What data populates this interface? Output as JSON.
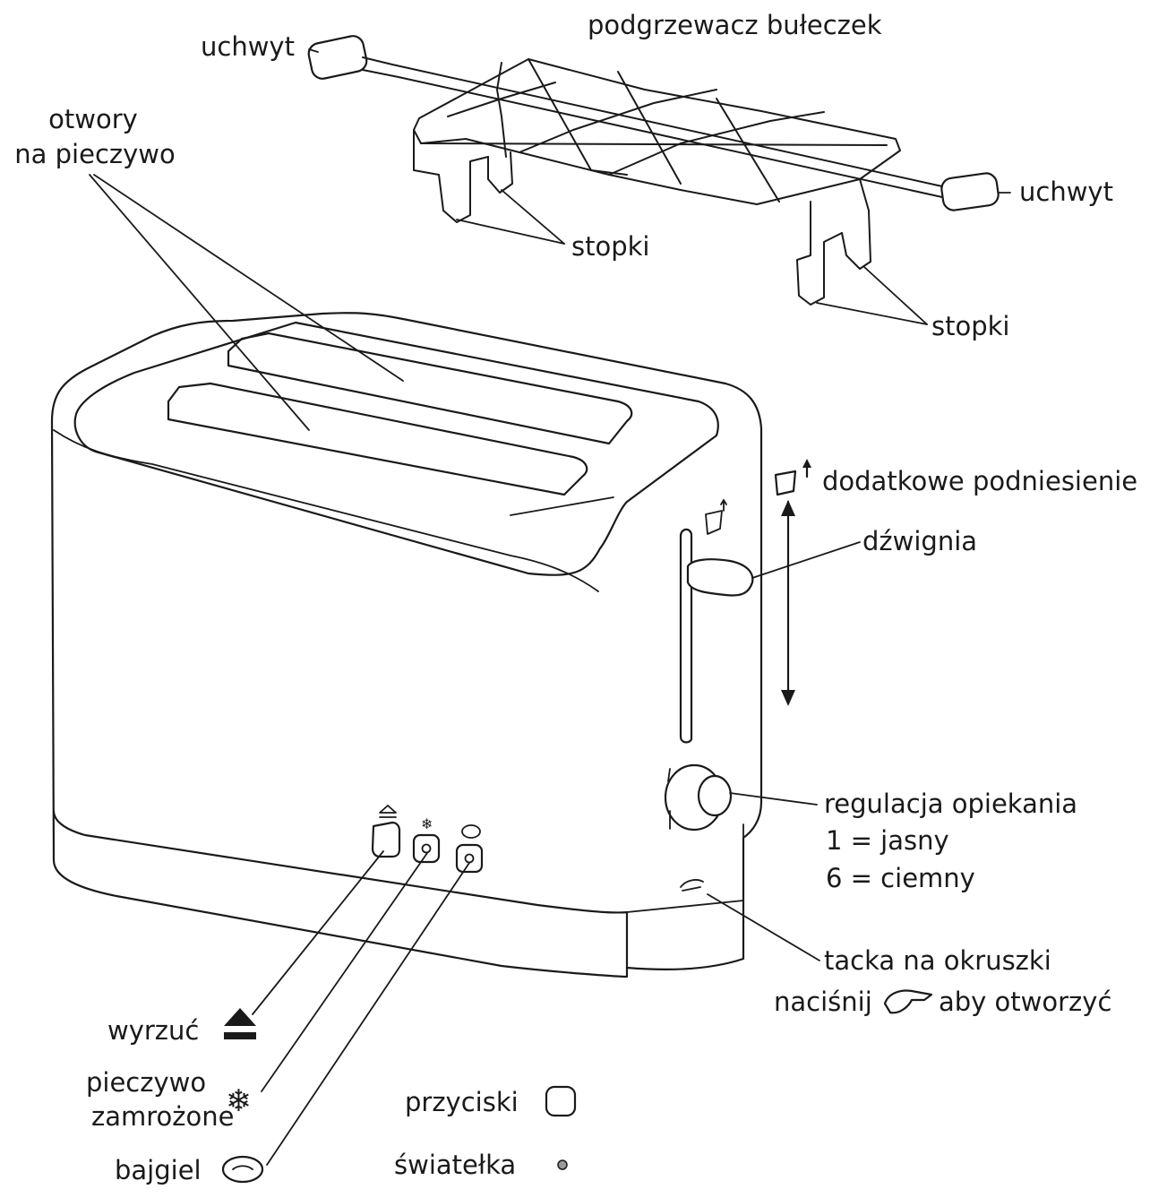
{
  "labels": {
    "bun_warmer": "podgrzewacz bułeczek",
    "handle_left": "uchwyt",
    "handle_right": "uchwyt",
    "slots_line1": "otwory",
    "slots_line2": "na pieczywo",
    "feet_left": "stopki",
    "feet_right": "stopki",
    "extra_lift": "dodatkowe podniesienie",
    "lever": "dźwignia",
    "browning_control": "regulacja opiekania",
    "browning_light": "1 = jasny",
    "browning_dark": "6 = ciemny",
    "crumb_tray": "tacka na okruszki",
    "press_prefix": "naciśnij",
    "press_suffix": "aby otworzyć",
    "eject": "wyrzuć",
    "frozen_line1": "pieczywo",
    "frozen_line2": "zamrożone",
    "bagel": "bajgiel",
    "buttons_legend": "przyciski",
    "lights_legend": "światełka"
  },
  "icons": {
    "eject": "eject-icon",
    "frozen": "snowflake-icon",
    "bagel": "bagel-icon",
    "lift": "bread-lift-icon",
    "press": "pointing-hand-icon",
    "button": "rounded-square-icon",
    "light": "dot-icon"
  },
  "colors": {
    "line": "#1a1a1a",
    "light_dot": "#9a9a9a"
  }
}
